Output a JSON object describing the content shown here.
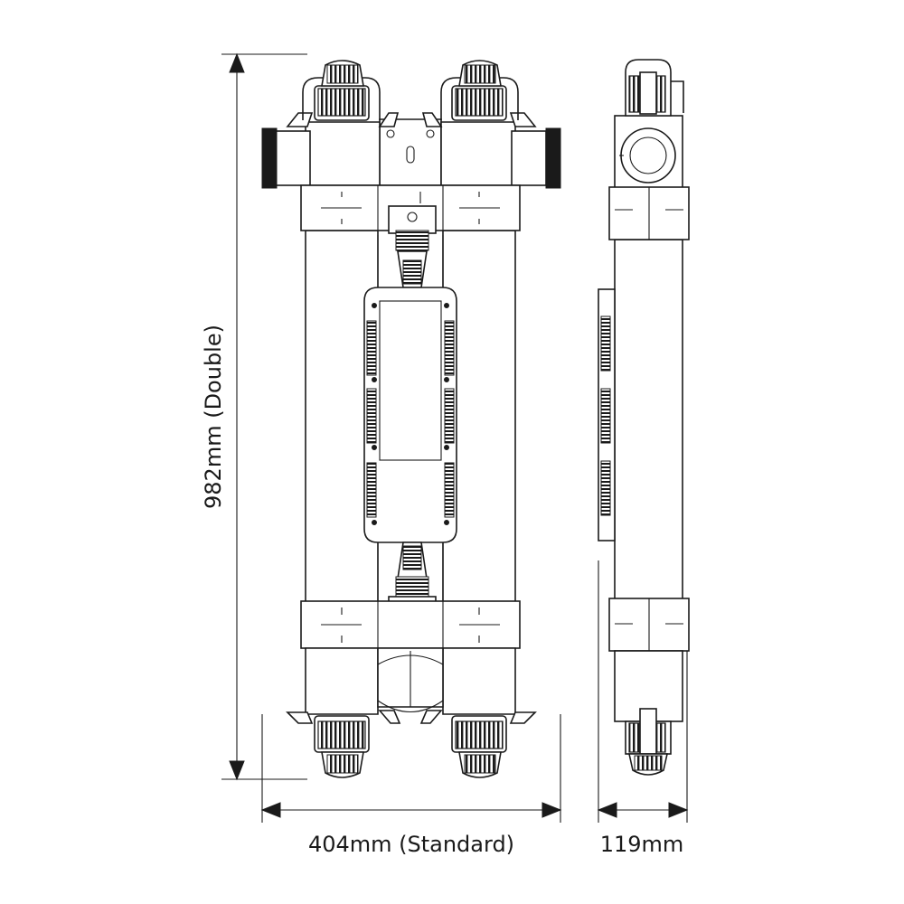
{
  "drawing": {
    "height_dimension": "982mm (Double)",
    "width_dimension": "404mm (Standard)",
    "depth_dimension": "119mm"
  },
  "colors": {
    "line": "#1a1a1a",
    "background": "#ffffff"
  }
}
